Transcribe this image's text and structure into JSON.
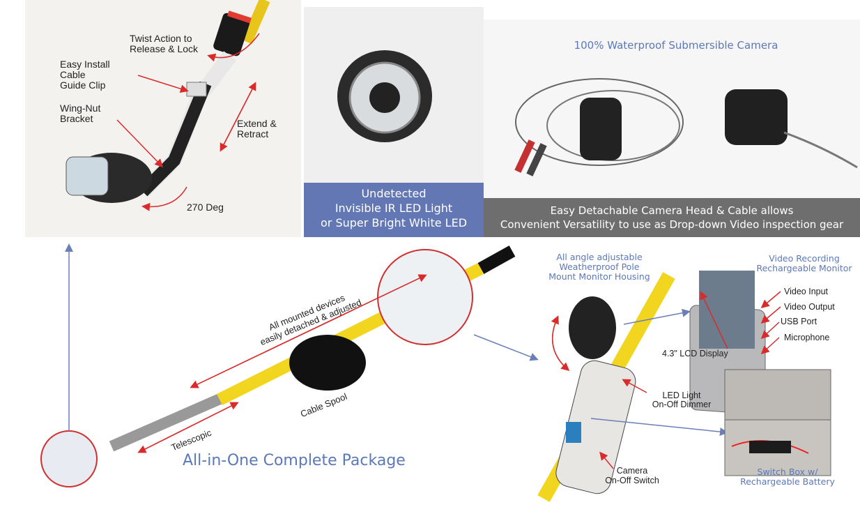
{
  "top_left": {
    "twist": [
      "Twist Action to",
      "Release & Lock"
    ],
    "guide_clip": [
      "Easy Install",
      "Cable",
      "Guide Clip"
    ],
    "wingnut": [
      "Wing-Nut",
      "Bracket"
    ],
    "extend": [
      "Extend &",
      "Retract"
    ],
    "rotation": "270 Deg"
  },
  "ir_band": [
    "Undetected",
    "Invisible IR LED Light",
    "or Super Bright White LED"
  ],
  "waterproof_title": "100% Waterproof Submersible Camera",
  "detach_band": [
    "Easy Detachable Camera Head & Cable allows",
    "Convenient Versatility to use as Drop-down Video inspection gear"
  ],
  "pole": {
    "mounted": [
      "All mounted devices",
      "easily detached & adjusted"
    ],
    "spool": "Cable Spool",
    "telescopic": "Telescopic",
    "package": "All-in-One Complete Package"
  },
  "housing": [
    "All angle adjustable",
    "Weatherproof Pole",
    "Mount Monitor Housing"
  ],
  "monitor_title": [
    "Video Recording",
    "Rechargeable Monitor"
  ],
  "ports": [
    "Video Input",
    "Video Output",
    "USB Port",
    "Microphone"
  ],
  "lcd": "4.3\" LCD Display",
  "led_light": [
    "LED Light",
    "On-Off Dimmer"
  ],
  "camera_switch": [
    "Camera",
    "On-Off Switch"
  ],
  "switch_box": [
    "Switch Box w/",
    "Rechargeable Battery"
  ],
  "colors": {
    "accent_blue": "#5b78b9",
    "band_blue": "#6277b3",
    "band_gray": "#6e6e6e",
    "arrow_red": "#d92b2b",
    "pole_yellow": "#f2d51f"
  }
}
